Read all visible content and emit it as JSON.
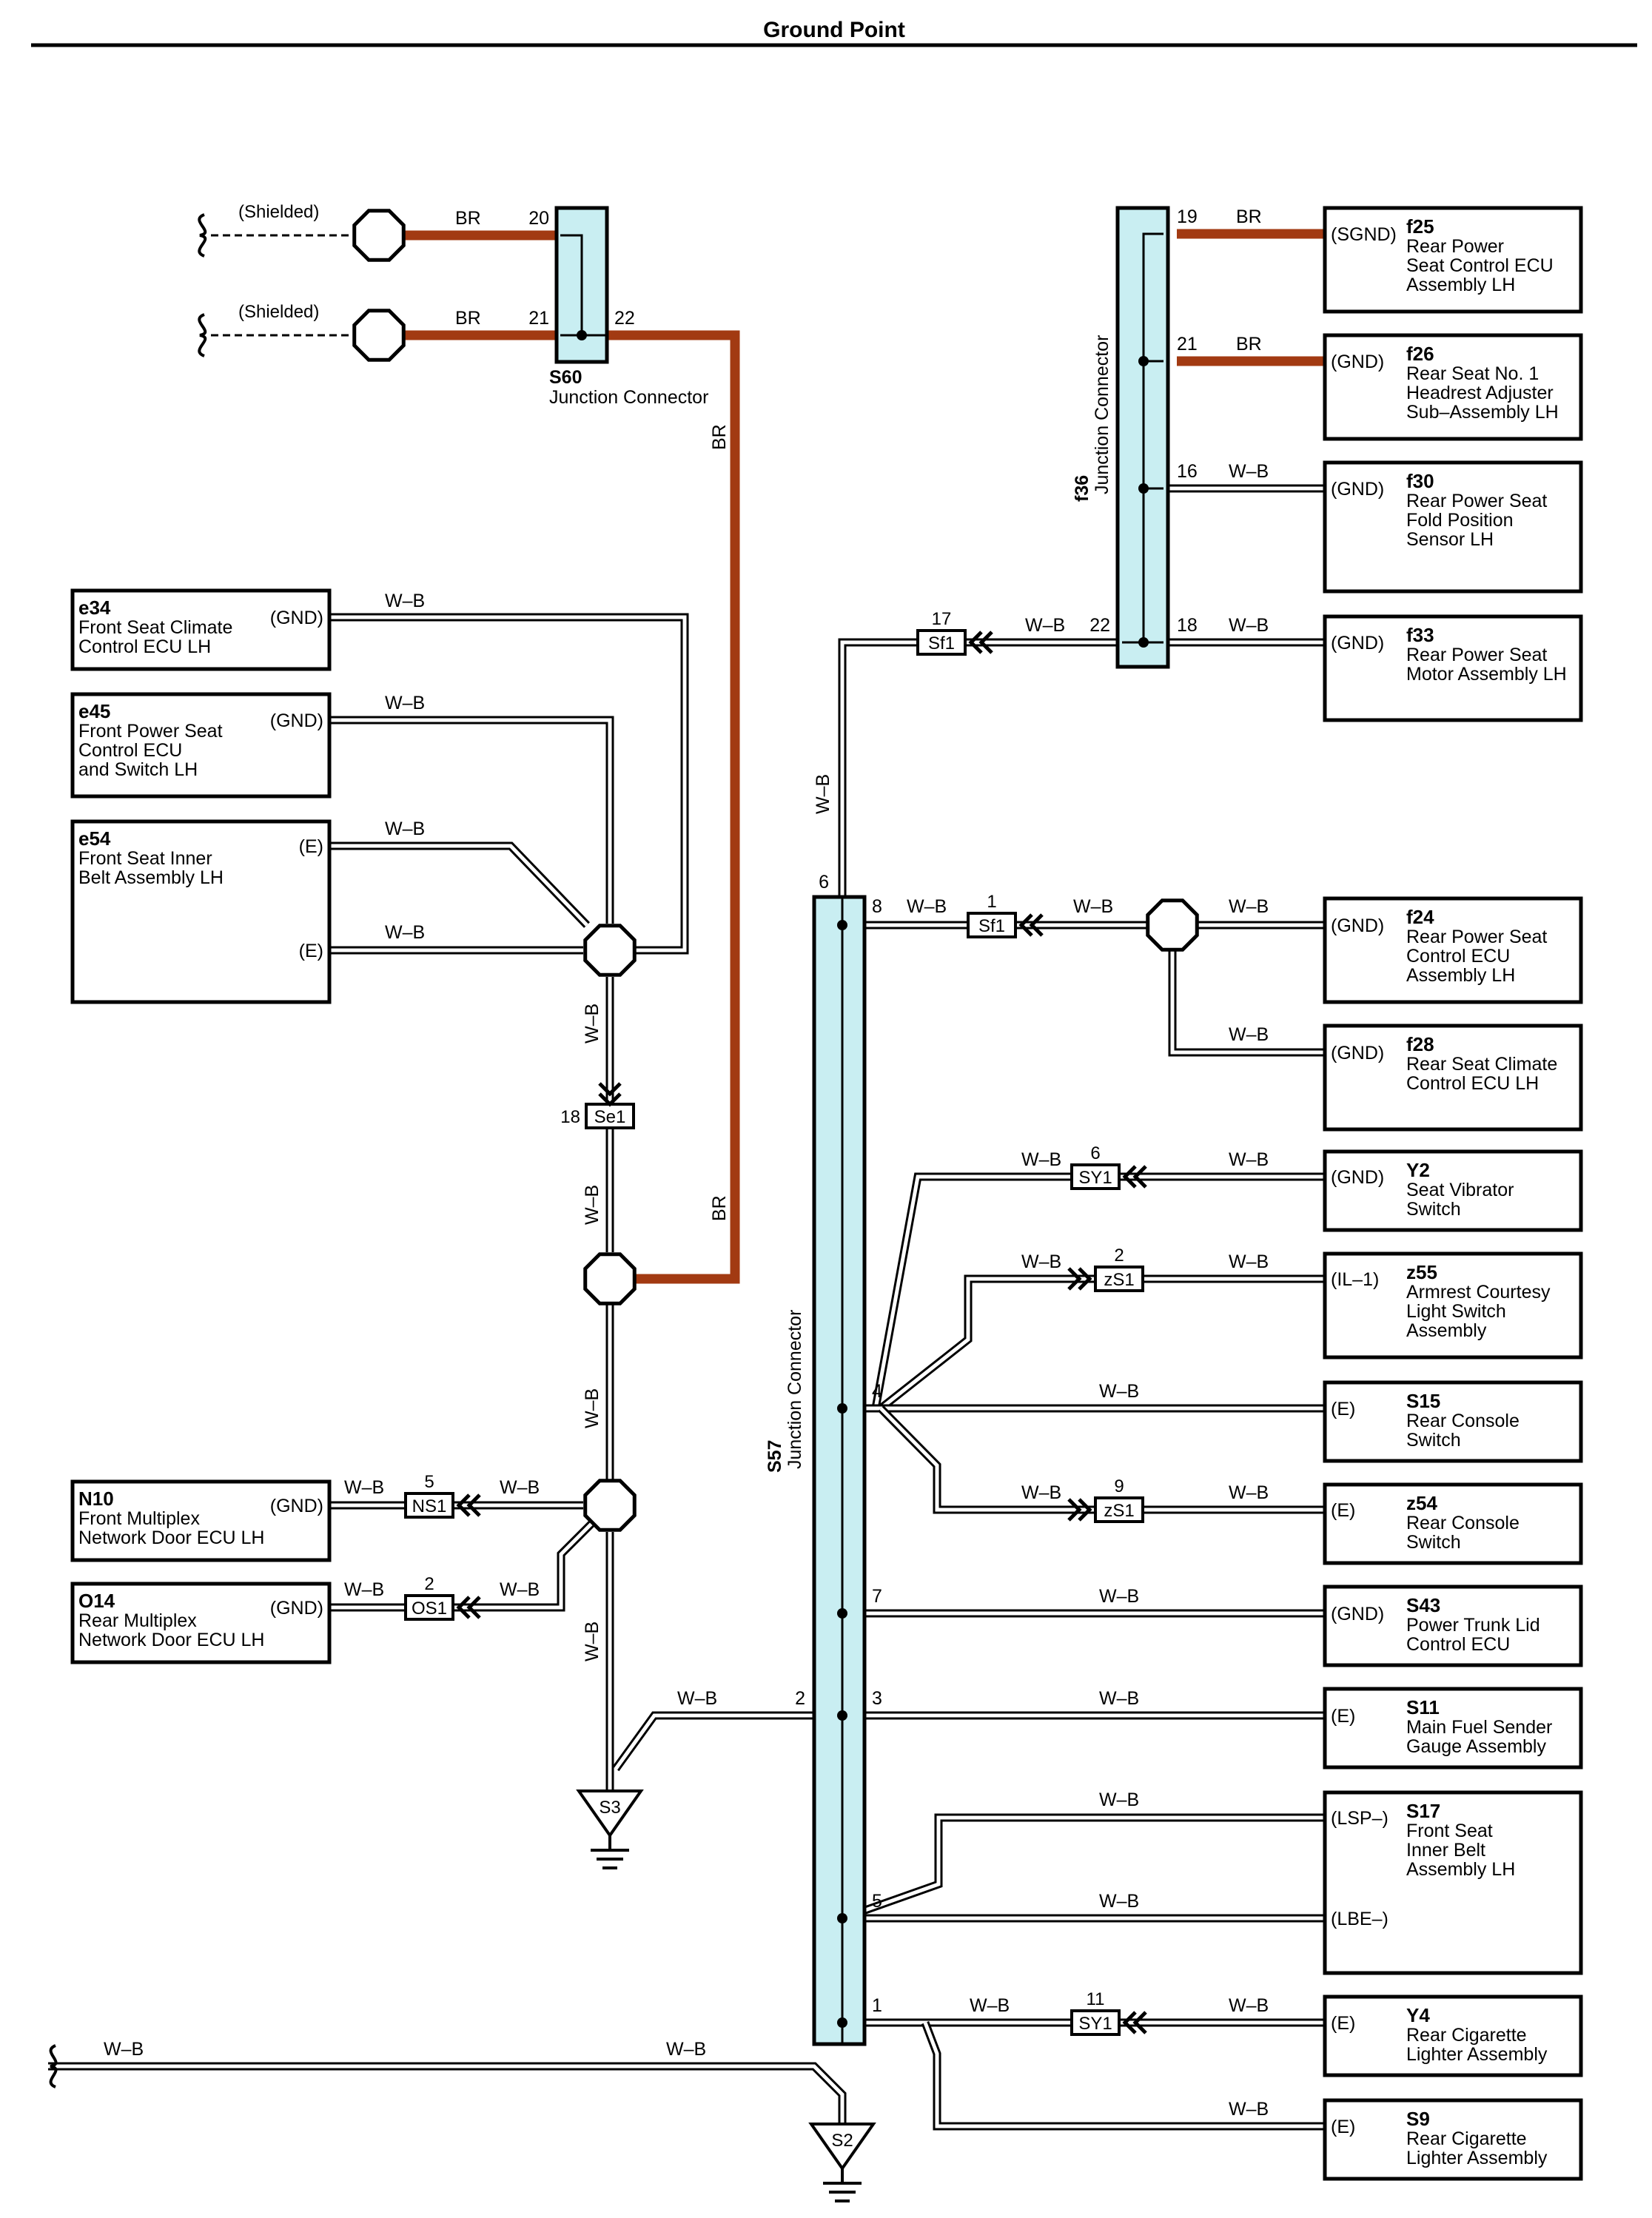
{
  "title": "Ground Point",
  "wire_colors": {
    "br": "#a23a12",
    "wb": "#000000",
    "connector_fill": "#c9eef2"
  },
  "shielded_label": "(Shielded)",
  "connectors": {
    "s60": {
      "id": "S60",
      "name": "Junction Connector",
      "pins": {
        "p20": "20",
        "p21": "21",
        "p22": "22"
      }
    },
    "f36": {
      "id": "f36",
      "name": "Junction Connector",
      "pins": {
        "p19": "19",
        "p21": "21",
        "p16": "16",
        "p18": "18",
        "p22": "22"
      }
    },
    "s57": {
      "id": "S57",
      "name": "Junction Connector",
      "pins": {
        "p6": "6",
        "p8": "8",
        "p4": "4",
        "p7": "7",
        "p2": "2",
        "p3": "3",
        "p5": "5",
        "p1": "1"
      }
    }
  },
  "components": {
    "e34": {
      "id": "e34",
      "lines": [
        "Front Seat Climate",
        "Control ECU LH"
      ],
      "pin": "(GND)"
    },
    "e45": {
      "id": "e45",
      "lines": [
        "Front Power Seat",
        "Control ECU",
        "and Switch LH"
      ],
      "pin": "(GND)"
    },
    "e54": {
      "id": "e54",
      "lines": [
        "Front Seat Inner",
        "Belt Assembly LH"
      ],
      "pin1": "(E)",
      "pin2": "(E)"
    },
    "n10": {
      "id": "N10",
      "lines": [
        "Front Multiplex",
        "Network Door ECU LH"
      ],
      "pin": "(GND)"
    },
    "o14": {
      "id": "O14",
      "lines": [
        "Rear Multiplex",
        "Network Door ECU LH"
      ],
      "pin": "(GND)"
    },
    "f25": {
      "id": "f25",
      "lines": [
        "Rear Power",
        "Seat Control ECU",
        "Assembly LH"
      ],
      "pin": "(SGND)"
    },
    "f26": {
      "id": "f26",
      "lines": [
        "Rear Seat No. 1",
        "Headrest Adjuster",
        "Sub–Assembly LH"
      ],
      "pin": "(GND)"
    },
    "f30": {
      "id": "f30",
      "lines": [
        "Rear Power Seat",
        "Fold Position",
        "Sensor LH"
      ],
      "pin": "(GND)"
    },
    "f33": {
      "id": "f33",
      "lines": [
        "Rear Power Seat",
        "Motor Assembly LH"
      ],
      "pin": "(GND)"
    },
    "f24": {
      "id": "f24",
      "lines": [
        "Rear Power Seat",
        "Control ECU",
        "Assembly LH"
      ],
      "pin": "(GND)"
    },
    "f28": {
      "id": "f28",
      "lines": [
        "Rear Seat Climate",
        "Control ECU LH"
      ],
      "pin": "(GND)"
    },
    "y2": {
      "id": "Y2",
      "lines": [
        "Seat Vibrator",
        "Switch"
      ],
      "pin": "(GND)"
    },
    "z55": {
      "id": "z55",
      "lines": [
        "Armrest Courtesy",
        "Light Switch",
        "Assembly"
      ],
      "pin": "(IL–1)"
    },
    "s15": {
      "id": "S15",
      "lines": [
        "Rear Console",
        "Switch"
      ],
      "pin": "(E)"
    },
    "z54": {
      "id": "z54",
      "lines": [
        "Rear Console",
        "Switch"
      ],
      "pin": "(E)"
    },
    "s43": {
      "id": "S43",
      "lines": [
        "Power Trunk Lid",
        "Control ECU"
      ],
      "pin": "(GND)"
    },
    "s11": {
      "id": "S11",
      "lines": [
        "Main Fuel Sender",
        "Gauge Assembly"
      ],
      "pin": "(E)"
    },
    "s17": {
      "id": "S17",
      "lines": [
        "Front Seat",
        "Inner Belt",
        "Assembly LH"
      ],
      "pin1": "(LSP–)",
      "pin2": "(LBE–)"
    },
    "y4": {
      "id": "Y4",
      "lines": [
        "Rear Cigarette",
        "Lighter Assembly"
      ],
      "pin": "(E)"
    },
    "s9": {
      "id": "S9",
      "lines": [
        "Rear Cigarette",
        "Lighter Assembly"
      ],
      "pin": "(E)"
    }
  },
  "inline_connectors": {
    "sf1_top": {
      "id": "Sf1",
      "pin": "17"
    },
    "sf1_mid": {
      "id": "Sf1",
      "pin": "1"
    },
    "se1": {
      "id": "Se1",
      "pin": "18"
    },
    "sy1_a": {
      "id": "SY1",
      "pin": "6"
    },
    "zs1_a": {
      "id": "zS1",
      "pin": "2"
    },
    "zs1_b": {
      "id": "zS1",
      "pin": "9"
    },
    "ns1": {
      "id": "NS1",
      "pin": "5"
    },
    "os1": {
      "id": "OS1",
      "pin": "2"
    },
    "sy1_b": {
      "id": "SY1",
      "pin": "11"
    }
  },
  "grounds": {
    "s3": "S3",
    "s2": "S2"
  },
  "wire_labels": {
    "br": "BR",
    "wb": "W–B"
  }
}
